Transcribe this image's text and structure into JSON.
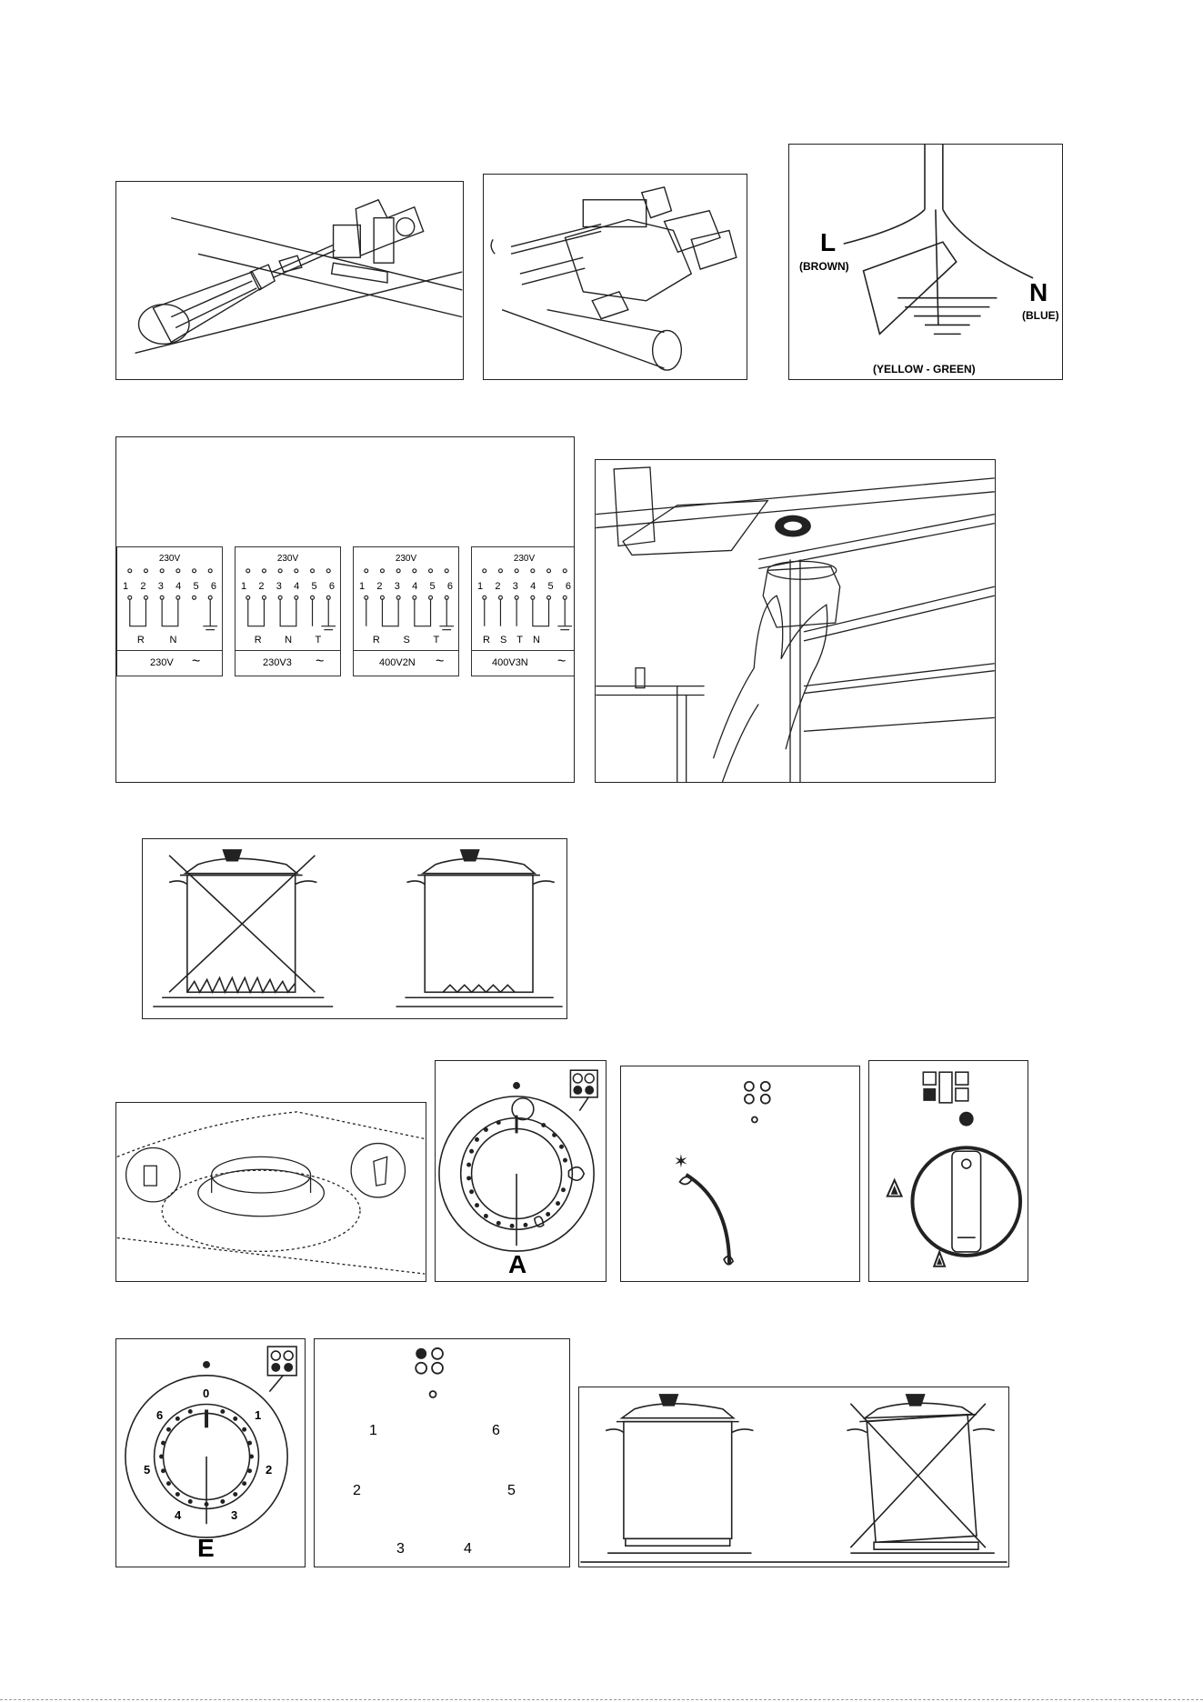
{
  "fig3": {
    "L": "L",
    "brown": "(BROWN)",
    "N": "N",
    "blue": "(BLUE)",
    "yellow_green": "(YELLOW - GREEN)"
  },
  "wiring": [
    {
      "voltage": "230V",
      "numbers": [
        "1",
        "2",
        "3",
        "4",
        "5",
        "6"
      ],
      "phases": [
        "R",
        "N"
      ],
      "supply": "230V",
      "symbol": "~"
    },
    {
      "voltage": "230V",
      "numbers": [
        "1",
        "2",
        "3",
        "4",
        "5",
        "6"
      ],
      "phases": [
        "R",
        "N",
        "T"
      ],
      "supply": "230V3",
      "symbol": "~"
    },
    {
      "voltage": "230V",
      "numbers": [
        "1",
        "2",
        "3",
        "4",
        "5",
        "6"
      ],
      "phases": [
        "R",
        "S",
        "T"
      ],
      "supply": "400V2N",
      "symbol": "~"
    },
    {
      "voltage": "230V",
      "numbers": [
        "1",
        "2",
        "3",
        "4",
        "5",
        "6"
      ],
      "phases": [
        "R",
        "S",
        "T",
        "N"
      ],
      "supply": "400V3N",
      "symbol": "~"
    }
  ],
  "knob_a": {
    "label": "A"
  },
  "knob_e": {
    "label": "E",
    "positions": [
      "0",
      "1",
      "2",
      "3",
      "4",
      "5",
      "6"
    ]
  },
  "plate_scale": {
    "left": [
      "1",
      "2",
      "3"
    ],
    "right": [
      "6",
      "5",
      "4"
    ]
  }
}
